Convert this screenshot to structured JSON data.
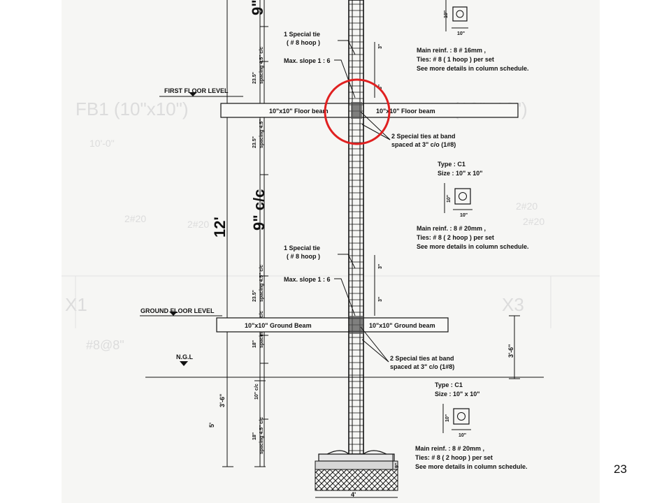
{
  "page_number": "23",
  "colors": {
    "highlight": "#e02020",
    "line": "#111111",
    "ghost": "#dcdcdc",
    "paper": "#f6f6f4"
  },
  "levels": {
    "first_floor": "FIRST FLOOR LEVEL",
    "ground_floor": "GROUND FLOOR LEVEL",
    "ngl": "N.G.L"
  },
  "beams": {
    "floor_left": "10\"x10\" Floor beam",
    "floor_right": "10\"x10\" Floor beam",
    "ground_left": "10\"x10\" Ground Beam",
    "ground_right": "10\"x10\" Ground beam"
  },
  "dimensions": {
    "top_cc": "9\"",
    "mid_cc": "9\" c/c",
    "height_12": "12'",
    "bottom_31_6": "3'-6\"",
    "found_3_6": "3'-6\"",
    "found_5": "5'",
    "footing_width": "4'",
    "spacing_23_5_a": "23.5\"",
    "spacing_23_5_b": "23.5\"",
    "spacing_23_5_c": "23.5\"",
    "spacing_18_a": "18\"",
    "spacing_18_b": "18\"",
    "spacing_10_cc": "10\" c/c",
    "spacing_note": "spacing 4.5\" c/c",
    "gap_3_a": "3\"",
    "gap_3_b": "3\"",
    "gap_3_c": "3\"",
    "gap_3_d": "3\"",
    "footing_9": "9\""
  },
  "notes": {
    "special_tie_1": "1 Special tie",
    "special_tie_hoop": "( # 8 hoop )",
    "max_slope": "Max. slope 1 : 6",
    "special_tie_2": "1 Special tie",
    "special_tie_hoop_2": "( # 8 hoop )",
    "max_slope_2": "Max. slope 1 : 6",
    "band_ties_1_a": "2 Special ties at band",
    "band_ties_1_b": "spaced at 3\" c/o (1#8)",
    "band_ties_2_a": "2 Special ties at band",
    "band_ties_2_b": "spaced at 3\" c/o (1#8)"
  },
  "sections": [
    {
      "type": "",
      "size": "",
      "dim_v": "10\"",
      "dim_h": "10\"",
      "main_reinf": "Main reinf. :  8 # 16mm ,",
      "ties": "Ties:  # 8  ( 1 hoop ) per set",
      "more": "See more details in column schedule."
    },
    {
      "type": "Type :  C1",
      "size": "Size  :  10\" x 10\"",
      "dim_v": "10\"",
      "dim_h": "10\"",
      "main_reinf": "Main reinf. :  8 # 20mm ,",
      "ties": "Ties:  # 8  ( 2 hoop ) per set",
      "more": "See more details in column schedule."
    },
    {
      "type": "Type :  C1",
      "size": "Size  :  10\" x 10\"",
      "dim_v": "10\"",
      "dim_h": "10\"",
      "main_reinf": "Main reinf. :  8 # 20mm ,",
      "ties": "Ties:  # 8  ( 2 hoop ) per set",
      "more": "See more details in column schedule."
    }
  ],
  "ghost_text": {
    "g1": "FB1 (10\"x10\")",
    "g2": "10'-0\"",
    "g3": "2#20",
    "g4": "2#20",
    "g5": "2#20",
    "g6": "2#20",
    "g7": "#8@8\"",
    "g8": "X1",
    "g9": "X3",
    "g10": "(10\"x10\")"
  }
}
